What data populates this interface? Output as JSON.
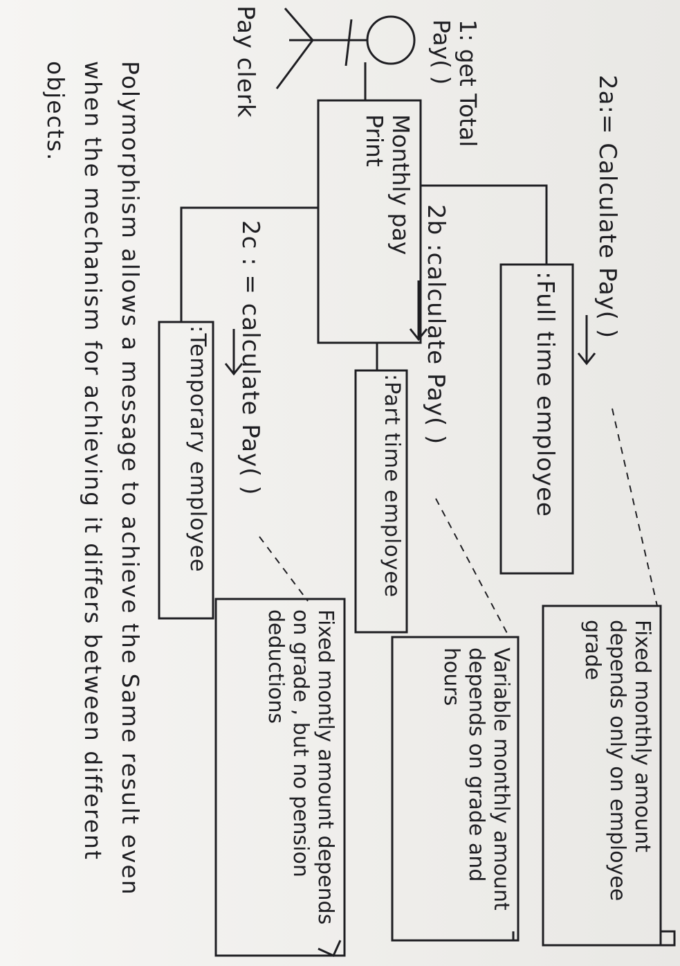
{
  "actor": {
    "name": "Pay clerk"
  },
  "messages": {
    "m1": "1: get Total Pay( )",
    "m2a": "2a:= Calculate Pay( )",
    "m2b": "2b :calculate Pay( )",
    "m2c": "2c : = calculate Pay( )"
  },
  "objects": {
    "monthly": "Monthly pay Print",
    "fulltime": ":Full time employee",
    "parttime": ":Part time employee",
    "temporary": ":Temporary employee"
  },
  "notes": {
    "fulltime": "Fixed monthly amount depends only on employee grade",
    "parttime": "Variable monthly amount depends on grade and hours",
    "temporary": "Fixed montly amount depends on grade , but no pension deductions"
  },
  "caption": "Polymorphism allows a message to achieve the Same result even when the mechanism for achieving it differs between different objects."
}
